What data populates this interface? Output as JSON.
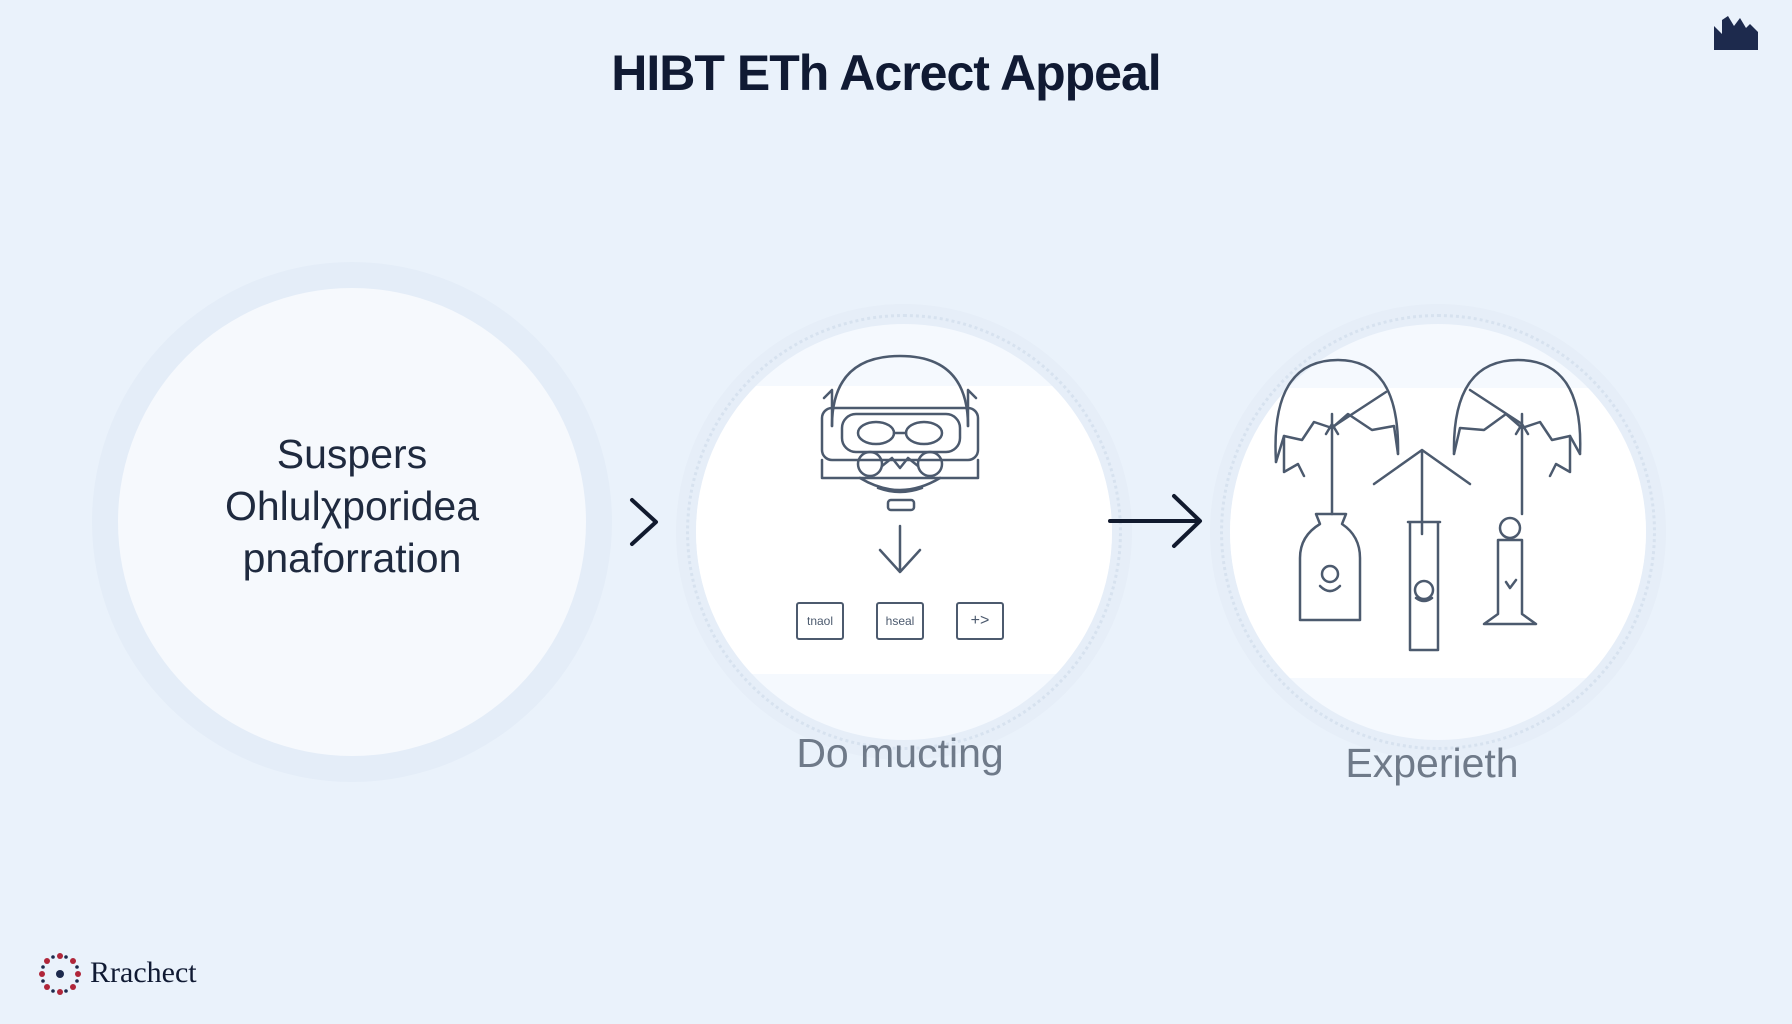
{
  "title": "HIBT ETh Acrect Appeal",
  "stages": [
    {
      "lines": [
        "Suspers",
        "Ohlulχporidea",
        "pnaforration"
      ]
    },
    {
      "caption": "Do mucting",
      "keys": [
        "tnaol",
        "hseal",
        "+>"
      ]
    },
    {
      "caption": "Experieth"
    }
  ],
  "brand": {
    "name": "Rrachect"
  },
  "icons": {
    "corner": "city-skyline-icon",
    "arrow_small": "chevron-right-icon",
    "arrow_long": "arrow-right-icon",
    "stage2": "robot-head-icon",
    "stage3": "lab-bottles-icon",
    "brand": "dotted-circle-logo-icon"
  },
  "colors": {
    "background": "#eaf2fb",
    "title": "#101a33",
    "caption": "#6f7a89",
    "line_art": "#4c5a6e",
    "brand_dots": "#b0263a"
  }
}
